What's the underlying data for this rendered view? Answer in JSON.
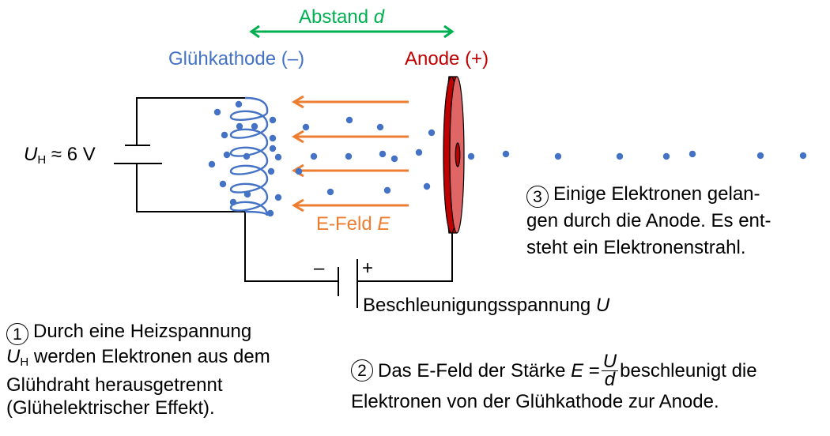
{
  "labels": {
    "distance": "Abstand",
    "distance_symbol": "d",
    "cathode": "Glühkathode (–)",
    "anode": "Anode (+)",
    "heater_voltage_symbol": "U",
    "heater_voltage_sub": "H",
    "heater_voltage_value": "≈ 6 V",
    "field": "E-Feld",
    "field_symbol": "E",
    "minus": "–",
    "plus": "+",
    "accel_voltage": "Beschleunigungsspannung",
    "accel_voltage_symbol": "U"
  },
  "notes": {
    "note1": {
      "number": "1",
      "line1": "Durch eine Heizspannung",
      "line2_symbol": "U",
      "line2_sub": "H",
      "line2_rest": "werden Elektronen aus dem",
      "line3": "Glühdraht herausgetrennt",
      "line4": "(Glühelektrischer Effekt)."
    },
    "note2": {
      "number": "2",
      "line1_a": "Das E-Feld der Stärke",
      "line1_symbol": "E",
      "line1_eq": "=",
      "frac_num": "U",
      "frac_den": "d",
      "line1_b": "beschleunigt die",
      "line2": "Elektronen von der Glühkathode zur Anode."
    },
    "note3": {
      "number": "3",
      "line1": "Einige Elektronen gelan-",
      "line2": "gen durch die Anode. Es ent-",
      "line3": "steht ein Elektronenstrahl."
    }
  },
  "colors": {
    "distance": "#00b050",
    "cathode": "#4472c4",
    "electron": "#4472c4",
    "anode_dark": "#c00000",
    "anode_face": "#e06666",
    "field": "#ed7d31",
    "wire": "#000000"
  },
  "field_arrow_count": 4
}
